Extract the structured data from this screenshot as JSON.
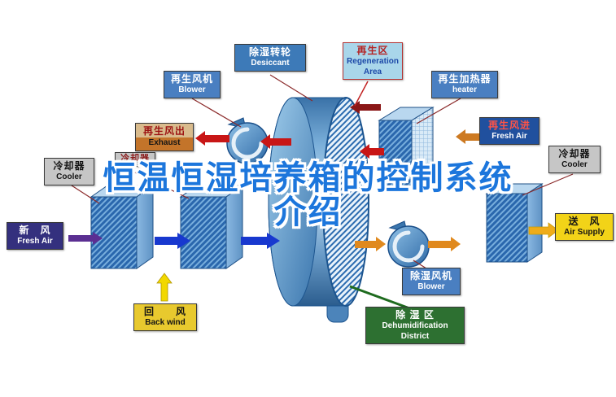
{
  "title": {
    "line1": "恒温恒湿培养箱的控制系统",
    "line2": "介绍"
  },
  "labels": {
    "desiccant": {
      "zh": "除湿转轮",
      "en": "Desiccant"
    },
    "regen_area": {
      "zh": "再生区",
      "en": "Regeneration Area"
    },
    "regen_blower": {
      "zh": "再生风机",
      "en": "Blower"
    },
    "regen_heater": {
      "zh": "再生加热器",
      "en": "heater"
    },
    "exhaust": {
      "zh": "再生风出",
      "en": "Exhaust"
    },
    "regen_in": {
      "zh": "再生风进",
      "en": "Fresh Air"
    },
    "cooler_left": {
      "zh": "冷却器",
      "en": "Cooler"
    },
    "cooler_mid": {
      "zh": "冷却器"
    },
    "cooler_right": {
      "zh": "冷却器",
      "en": "Cooler"
    },
    "fresh_air": {
      "zh": "新　风",
      "en": "Fresh Air"
    },
    "air_supply": {
      "zh": "送　风",
      "en": "Air Supply"
    },
    "back_wind": {
      "zh": "回　　风",
      "en": "Back wind"
    },
    "dehumid_blower": {
      "zh": "除湿风机",
      "en": "Blower"
    },
    "dehumid_district": {
      "zh": "除  湿  区",
      "en1": "Dehumidification",
      "en2": "District"
    }
  },
  "palette": {
    "background": "#ffffff",
    "title_blue": "#1c76dc",
    "arrow_red": "#c81616",
    "arrow_maroon": "#8b1717",
    "arrow_orange": "#e0891e",
    "arrow_blue": "#1838cf",
    "arrow_purple": "#5b2f92",
    "arrow_yellow": "#f2d800",
    "label_blue_bg": "#4a7fc1",
    "label_green_bg": "#2d7031",
    "label_yellow_bg": "#f2d318",
    "label_gray_bg": "#c6c6c6",
    "cylinder_blue": "#3a76ae"
  }
}
